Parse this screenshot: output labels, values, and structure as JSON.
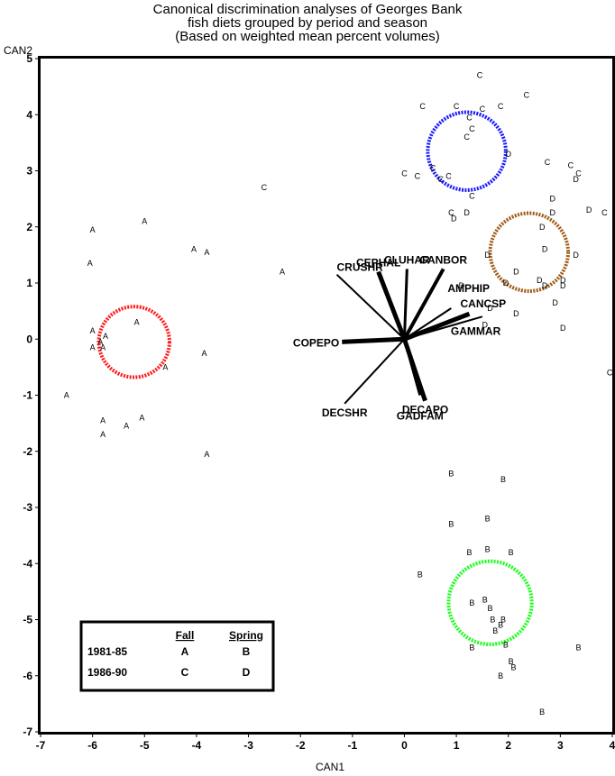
{
  "chart_data": {
    "type": "scatter",
    "title": "Canonical discrimination analyses of Georges Bank",
    "subtitle_1": "fish diets grouped by period and season",
    "subtitle_2": "(Based on weighted mean percent volumes)",
    "xlabel": "CAN1",
    "ylabel": "CAN2",
    "xlim": [
      -7,
      4
    ],
    "ylim": [
      -7,
      5
    ],
    "x_ticks": [
      "-7",
      "-6",
      "-5",
      "-4",
      "-3",
      "-2",
      "-1",
      "0",
      "1",
      "2",
      "3",
      "4"
    ],
    "y_ticks": [
      "5",
      "4",
      "3",
      "2",
      "1",
      "0",
      "-1",
      "-2",
      "-3",
      "-4",
      "-5",
      "-6",
      "-7"
    ],
    "grid": false,
    "series": [
      {
        "name": "A",
        "color": "#000000",
        "points": [
          [
            -5.0,
            2.1
          ],
          [
            -6.0,
            1.95
          ],
          [
            -4.05,
            1.6
          ],
          [
            -3.8,
            1.55
          ],
          [
            -6.05,
            1.35
          ],
          [
            -2.35,
            1.2
          ],
          [
            -5.15,
            0.3
          ],
          [
            -6.0,
            0.15
          ],
          [
            -5.75,
            0.05
          ],
          [
            -5.85,
            -0.05
          ],
          [
            -6.0,
            -0.15
          ],
          [
            -5.8,
            -0.15
          ],
          [
            -3.85,
            -0.25
          ],
          [
            -4.6,
            -0.5
          ],
          [
            -6.5,
            -1.0
          ],
          [
            -5.8,
            -1.45
          ],
          [
            -5.05,
            -1.4
          ],
          [
            -5.35,
            -1.55
          ],
          [
            -5.8,
            -1.7
          ],
          [
            -3.8,
            -2.05
          ]
        ]
      },
      {
        "name": "B",
        "color": "#000000",
        "points": [
          [
            0.9,
            -2.4
          ],
          [
            1.9,
            -2.5
          ],
          [
            1.6,
            -3.2
          ],
          [
            0.9,
            -3.3
          ],
          [
            1.25,
            -3.8
          ],
          [
            1.6,
            -3.75
          ],
          [
            2.05,
            -3.8
          ],
          [
            0.3,
            -4.2
          ],
          [
            1.3,
            -4.7
          ],
          [
            1.55,
            -4.65
          ],
          [
            1.65,
            -4.8
          ],
          [
            1.7,
            -5.0
          ],
          [
            1.9,
            -5.0
          ],
          [
            1.85,
            -5.1
          ],
          [
            1.75,
            -5.2
          ],
          [
            1.3,
            -5.5
          ],
          [
            1.95,
            -5.45
          ],
          [
            2.05,
            -5.75
          ],
          [
            2.1,
            -5.85
          ],
          [
            1.85,
            -6.0
          ],
          [
            3.35,
            -5.5
          ],
          [
            2.65,
            -6.65
          ]
        ]
      },
      {
        "name": "C",
        "color": "#000000",
        "points": [
          [
            1.45,
            4.7
          ],
          [
            2.35,
            4.35
          ],
          [
            0.35,
            4.15
          ],
          [
            1.0,
            4.15
          ],
          [
            1.5,
            4.1
          ],
          [
            1.85,
            4.15
          ],
          [
            1.25,
            3.95
          ],
          [
            1.3,
            3.75
          ],
          [
            1.2,
            3.6
          ],
          [
            2.75,
            3.15
          ],
          [
            3.2,
            3.1
          ],
          [
            3.35,
            2.95
          ],
          [
            0.0,
            2.95
          ],
          [
            0.25,
            2.9
          ],
          [
            0.55,
            3.05
          ],
          [
            0.7,
            2.85
          ],
          [
            0.85,
            2.9
          ],
          [
            1.3,
            2.55
          ],
          [
            0.9,
            2.25
          ],
          [
            -2.7,
            2.7
          ],
          [
            3.85,
            2.25
          ],
          [
            3.95,
            -0.6
          ]
        ]
      },
      {
        "name": "D",
        "color": "#000000",
        "points": [
          [
            2.0,
            3.3
          ],
          [
            3.3,
            2.85
          ],
          [
            2.85,
            2.5
          ],
          [
            2.85,
            2.25
          ],
          [
            3.55,
            2.3
          ],
          [
            0.95,
            2.15
          ],
          [
            1.2,
            2.25
          ],
          [
            2.65,
            2.0
          ],
          [
            2.7,
            1.6
          ],
          [
            1.6,
            1.5
          ],
          [
            2.15,
            1.2
          ],
          [
            1.1,
            0.95
          ],
          [
            1.95,
            1.0
          ],
          [
            2.6,
            1.05
          ],
          [
            2.7,
            0.95
          ],
          [
            3.05,
            1.05
          ],
          [
            3.3,
            1.5
          ],
          [
            3.05,
            0.95
          ],
          [
            2.9,
            0.65
          ],
          [
            1.65,
            0.55
          ],
          [
            2.15,
            0.45
          ],
          [
            1.55,
            0.25
          ],
          [
            3.05,
            0.2
          ]
        ]
      }
    ],
    "circles": [
      {
        "group": "A",
        "color": "#ff1a1a",
        "cx": -5.2,
        "cy": -0.05,
        "r": 0.68
      },
      {
        "group": "C",
        "color": "#1a1aff",
        "cx": 1.2,
        "cy": 3.35,
        "r": 0.75
      },
      {
        "group": "D",
        "color": "#a05a14",
        "cx": 2.4,
        "cy": 1.55,
        "r": 0.75
      },
      {
        "group": "B",
        "color": "#1aff1a",
        "cx": 1.65,
        "cy": -4.7,
        "r": 0.8
      }
    ],
    "vectors": [
      {
        "label": "CRUSHR",
        "x": -1.3,
        "y": 1.15,
        "width": 2
      },
      {
        "label": "CEPHAL",
        "x": -0.5,
        "y": 1.2,
        "width": 5
      },
      {
        "label": "CLUHAR",
        "x": 0.05,
        "y": 1.25,
        "width": 3
      },
      {
        "label": "CANBOR",
        "x": 0.75,
        "y": 1.25,
        "width": 4
      },
      {
        "label": "AMPHIP",
        "x": 0.9,
        "y": 0.55,
        "width": 2
      },
      {
        "label": "CANCSP",
        "x": 1.25,
        "y": 0.45,
        "width": 5
      },
      {
        "label": "GAMMAR",
        "x": 1.5,
        "y": 0.4,
        "width": 2
      },
      {
        "label": "COPEPO",
        "x": -1.2,
        "y": -0.05,
        "width": 5
      },
      {
        "label": "DECSHR",
        "x": -1.15,
        "y": -1.15,
        "width": 2
      },
      {
        "label": "DECAPO",
        "x": 0.4,
        "y": -1.1,
        "width": 5
      },
      {
        "label": "GADFAM",
        "x": 0.3,
        "y": -1.0,
        "width": 3
      }
    ]
  },
  "legend": {
    "header_fall": "Fall",
    "header_spring": "Spring",
    "rows": [
      {
        "period": "1981-85",
        "fall": "A",
        "spring": "B"
      },
      {
        "period": "1986-90",
        "fall": "C",
        "spring": "D"
      }
    ]
  }
}
